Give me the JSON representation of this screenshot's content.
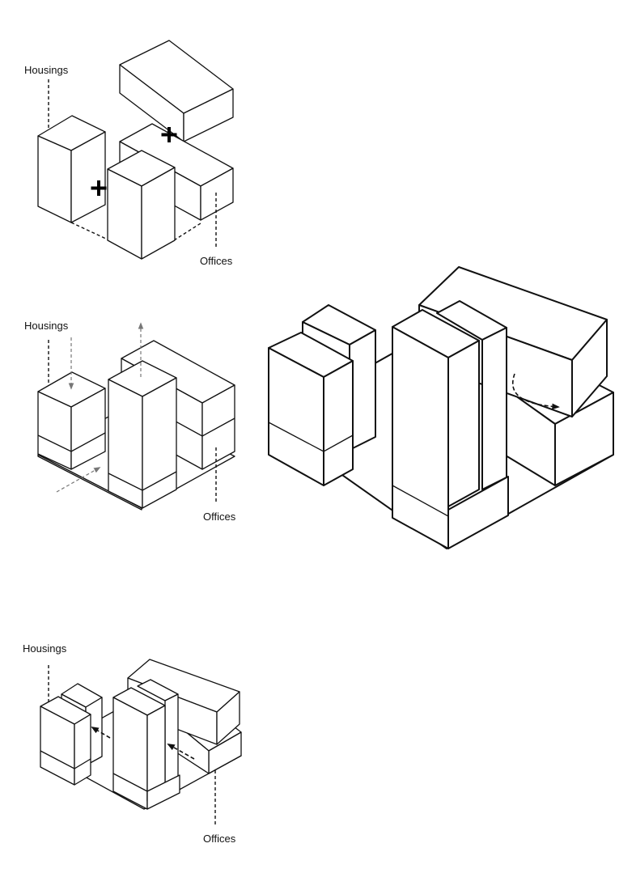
{
  "diagrams": [
    {
      "housing_label": "Housings",
      "office_label": "Offices"
    },
    {
      "housing_label": "Housings",
      "office_label": "Offices"
    },
    {
      "housing_label": "Housings",
      "office_label": "Offices"
    }
  ]
}
